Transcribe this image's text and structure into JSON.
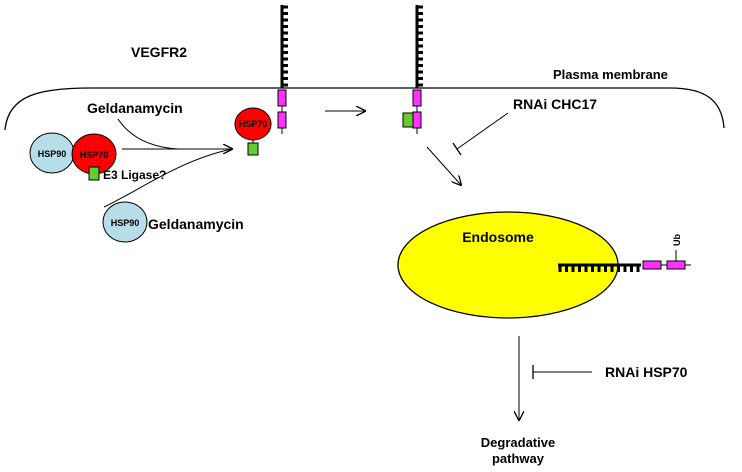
{
  "labels": {
    "vegfr2": "VEGFR2",
    "plasma_membrane": "Plasma membrane",
    "geldanamycin_top": "Geldanamycin",
    "geldanamycin_bottom": "Geldanamycin",
    "e3_ligase": "E3 Ligase?",
    "hsp90_left": "HSP90",
    "hsp70_left": "HSP70",
    "hsp70_middle": "HSP70",
    "hsp90_bottom": "HSP90",
    "rnai_chc17": "RNAi CHC17",
    "endosome": "Endosome",
    "ub": "Ub",
    "rnai_hsp70": "RNAi HSP70",
    "degradative_line1": "Degradative",
    "degradative_line2": "pathway"
  },
  "colors": {
    "hsp90_fill": "#b7dde8",
    "hsp70_fill": "#ff0000",
    "receptor_domain": "#ff33ff",
    "adaptor_green": "#66cc33",
    "endosome_fill": "#ffff00",
    "line": "#000000"
  }
}
